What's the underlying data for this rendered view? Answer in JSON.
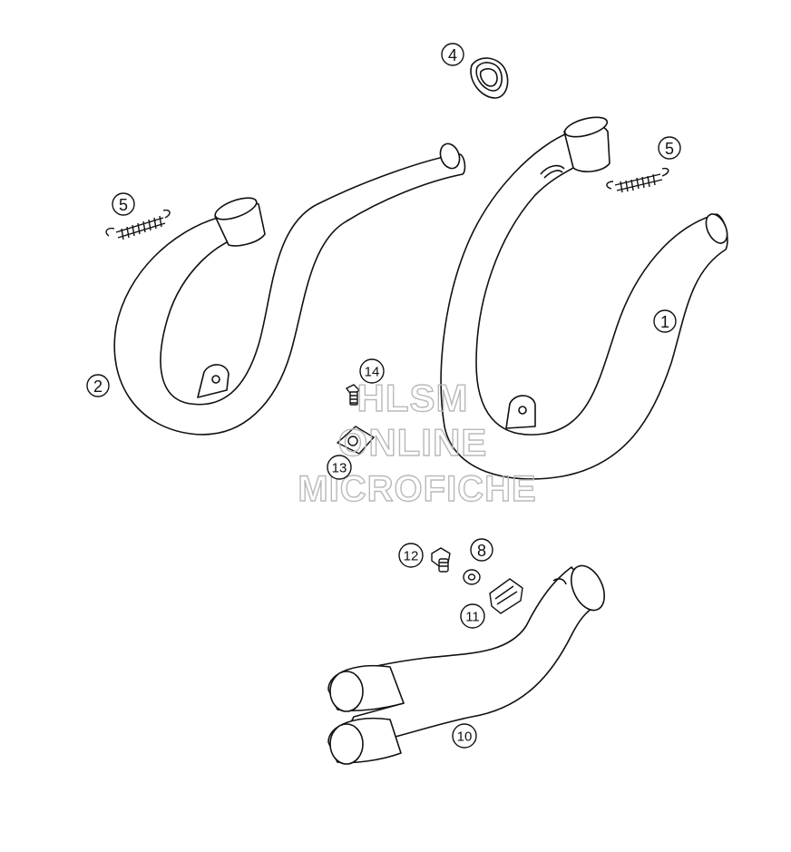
{
  "diagram": {
    "callouts": [
      {
        "id": "c1",
        "label": "1"
      },
      {
        "id": "c2",
        "label": "2"
      },
      {
        "id": "c4",
        "label": "4"
      },
      {
        "id": "c5a",
        "label": "5"
      },
      {
        "id": "c5b",
        "label": "5"
      },
      {
        "id": "c8",
        "label": "8"
      },
      {
        "id": "c10",
        "label": "10"
      },
      {
        "id": "c11",
        "label": "11"
      },
      {
        "id": "c12",
        "label": "12"
      },
      {
        "id": "c13",
        "label": "13"
      },
      {
        "id": "c14",
        "label": "14"
      }
    ]
  },
  "watermark": {
    "line1": "HLSM",
    "line2": "ONLINE",
    "line3": "MICROFICHE"
  },
  "colors": {
    "line": "#111111",
    "fill": "#ffffff",
    "watermark": "#b9b9b9"
  }
}
